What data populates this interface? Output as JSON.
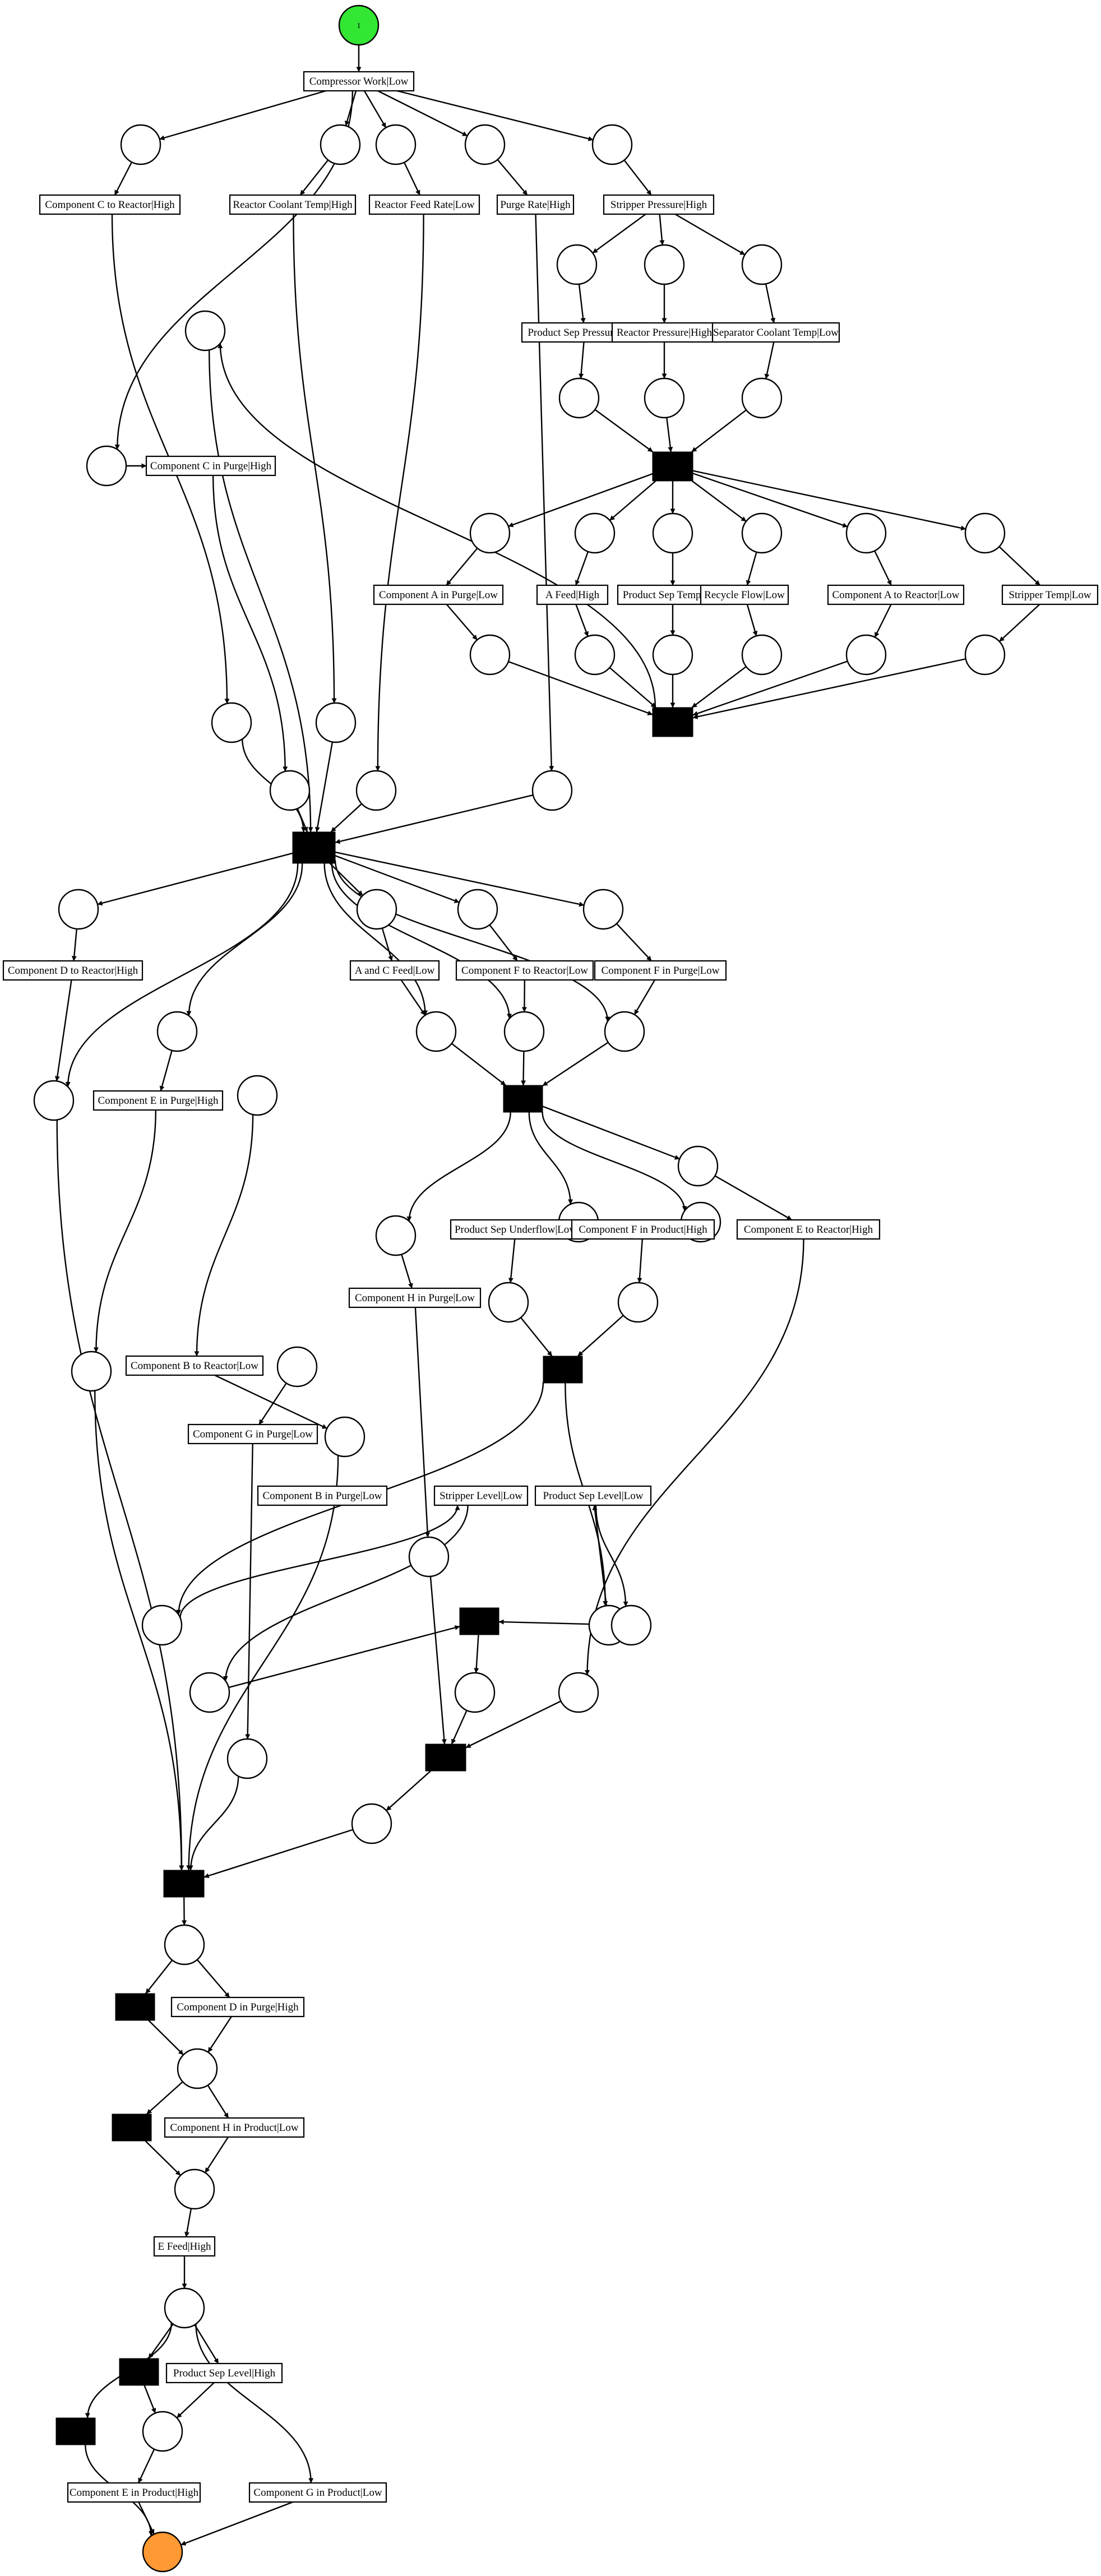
{
  "diagram": {
    "type": "petri-net",
    "source_fill": "#33e633",
    "sink_fill": "#ff9933",
    "source_token": "1",
    "transitions": {
      "compressor_work_low": "Compressor Work|Low",
      "component_c_to_reactor_high": "Component C to Reactor|High",
      "reactor_coolant_temp_high": "Reactor Coolant Temp|High",
      "reactor_feed_rate_low": "Reactor Feed Rate|Low",
      "purge_rate_high": "Purge Rate|High",
      "stripper_pressure_high": "Stripper Pressure|High",
      "product_sep_pressure_high": "Product Sep Pressure|High",
      "reactor_pressure_high": "Reactor Pressure|High",
      "separator_coolant_temp_low": "Separator Coolant Temp|Low",
      "component_c_in_purge_high": "Component C in Purge|High",
      "component_a_in_purge_low": "Component A in Purge|Low",
      "a_feed_high": "A Feed|High",
      "product_sep_temp_low": "Product Sep Temp|Low",
      "recycle_flow_low": "Recycle Flow|Low",
      "component_a_to_reactor_low": "Component A to Reactor|Low",
      "stripper_temp_low": "Stripper Temp|Low",
      "component_d_to_reactor_high": "Component D to Reactor|High",
      "a_and_c_feed_low": "A and C Feed|Low",
      "component_f_to_reactor_low": "Component F to Reactor|Low",
      "component_f_in_purge_low": "Component F in Purge|Low",
      "component_e_in_purge_high": "Component E in Purge|High",
      "product_sep_underflow_low": "Product Sep Underflow|Low",
      "component_f_in_product_high": "Component F in Product|High",
      "component_e_to_reactor_high": "Component E to Reactor|High",
      "component_h_in_purge_low": "Component H in Purge|Low",
      "component_b_to_reactor_low": "Component B to Reactor|Low",
      "component_g_in_purge_low": "Component G in Purge|Low",
      "component_b_in_purge_low": "Component B in Purge|Low",
      "stripper_level_low": "Stripper Level|Low",
      "product_sep_level_low": "Product Sep Level|Low",
      "component_d_in_purge_high": "Component D in Purge|High",
      "component_h_in_product_low": "Component H in Product|Low",
      "e_feed_high": "E Feed|High",
      "product_sep_level_high": "Product Sep Level|High",
      "component_e_in_product_high": "Component E in Product|High",
      "component_g_in_product_low": "Component G in Product|Low"
    }
  }
}
